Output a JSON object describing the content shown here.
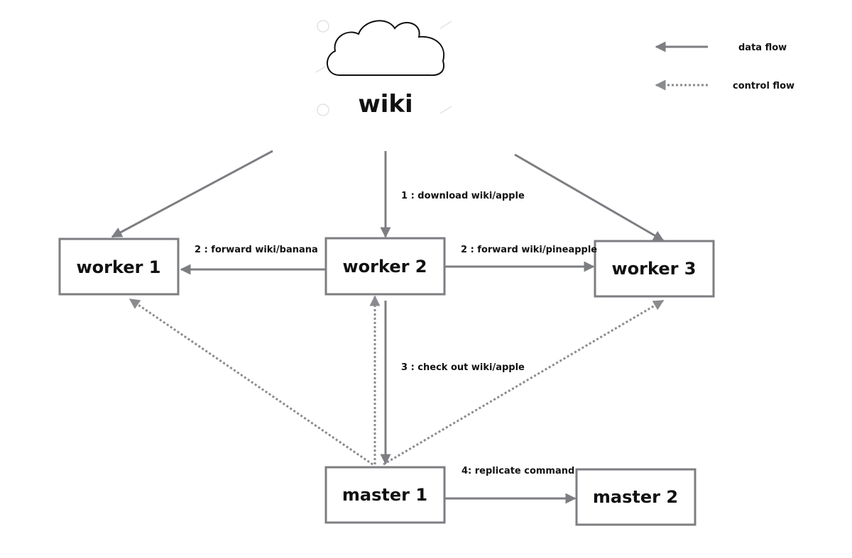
{
  "colors": {
    "line": "#7d7e82",
    "control_line": "#8a8b8f",
    "text": "#111111",
    "background": "#ffffff"
  },
  "source": {
    "label": "wiki",
    "icon": "cloud-icon"
  },
  "nodes": {
    "worker1": "worker 1",
    "worker2": "worker 2",
    "worker3": "worker 3",
    "master1": "master 1",
    "master2": "master 2"
  },
  "edges": {
    "download": "1 : download wiki/apple",
    "forward_banana": "2 : forward wiki/banana",
    "forward_pineapple": "2 : forward wiki/pineapple",
    "check_out": "3 :  check out wiki/apple",
    "replicate": "4: replicate command"
  },
  "legend": {
    "data_flow": "data flow",
    "control_flow": "control flow"
  }
}
